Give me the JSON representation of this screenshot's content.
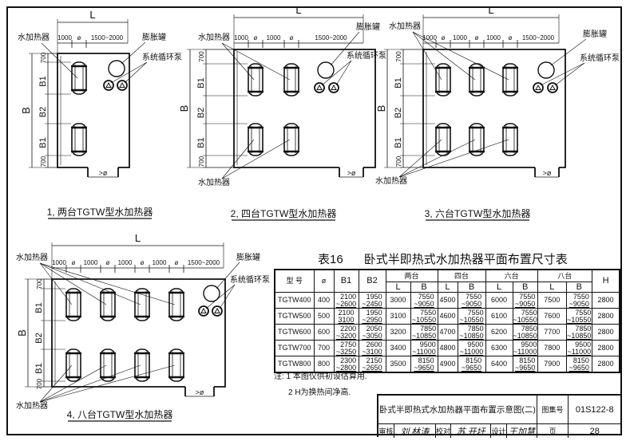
{
  "labels": {
    "heater": "水加热器",
    "tank": "膨胀罐",
    "pump": "系统循环泵",
    "L": "L",
    "B": "B",
    "B1": "B1",
    "B2": "B2",
    "d700": "700",
    "d1000": "1000",
    "phi": "ø",
    "range": "1500~2000",
    "door": ">ø"
  },
  "plans": [
    {
      "caption": "1, 两台TGTW型水加热器"
    },
    {
      "caption": "2, 四台TGTW型水加热器"
    },
    {
      "caption": "3, 六台TGTW型水加热器"
    },
    {
      "caption": "4, 八台TGTW型水加热器"
    }
  ],
  "table": {
    "title_no": "表16",
    "title": "卧式半即热式水加热器平面布置尺寸表",
    "headers": {
      "model": "型 号",
      "phi": "ø",
      "b1": "B1",
      "b2": "B2",
      "two": "两台",
      "four": "四台",
      "six": "六台",
      "eight": "八台",
      "h": "H",
      "l": "L",
      "b": "B"
    },
    "rows": [
      {
        "model": "TGTW400",
        "phi": "400",
        "b1a": "2100",
        "b1b": "~2600",
        "b2a": "1950",
        "b2b": "~2450",
        "l2": "3000",
        "ba2": "7550",
        "bb2": "~9050",
        "l4": "4500",
        "ba4": "7550",
        "bb4": "~9050",
        "l6": "6000",
        "ba6": "7550",
        "bb6": "~9050",
        "l8": "7500",
        "ba8": "7550",
        "bb8": "~9050",
        "h": "2800"
      },
      {
        "model": "TGTW500",
        "phi": "500",
        "b1a": "2100",
        "b1b": "3100",
        "b2a": "1950",
        "b2b": "~2950",
        "l2": "3100",
        "ba2": "7550",
        "bb2": "~10550",
        "l4": "4600",
        "ba4": "7550",
        "bb4": "~10550",
        "l6": "6100",
        "ba6": "7550",
        "bb6": "~10550",
        "l8": "7600",
        "ba8": "7550",
        "bb8": "~10550",
        "h": "2800"
      },
      {
        "model": "TGTW600",
        "phi": "600",
        "b1a": "2200",
        "b1b": "~3200",
        "b2a": "2050",
        "b2b": "~3050",
        "l2": "3200",
        "ba2": "7850",
        "bb2": "~10850",
        "l4": "4700",
        "ba4": "7850",
        "bb4": "~10850",
        "l6": "6200",
        "ba6": "7850",
        "bb6": "~10850",
        "l8": "7700",
        "ba8": "7850",
        "bb8": "~10850",
        "h": "2800"
      },
      {
        "model": "TGTW700",
        "phi": "700",
        "b1a": "2750",
        "b1b": "~3250",
        "b2a": "2600",
        "b2b": "~3100",
        "l2": "3400",
        "ba2": "9500",
        "bb2": "~11000",
        "l4": "4800",
        "ba4": "9500",
        "bb4": "~11000",
        "l6": "6300",
        "ba6": "9500",
        "bb6": "~11000",
        "l8": "7800",
        "ba8": "9500",
        "bb8": "~11000",
        "h": "2800"
      },
      {
        "model": "TGTW800",
        "phi": "800",
        "b1a": "2300",
        "b1b": "~2800",
        "b2a": "2150",
        "b2b": "~2650",
        "l2": "3500",
        "ba2": "8150",
        "bb2": "~9650",
        "l4": "4900",
        "ba4": "8150",
        "bb4": "~9650",
        "l6": "6400",
        "ba6": "8150",
        "bb6": "~9650",
        "l8": "7900",
        "ba8": "8150",
        "bb8": "~9650",
        "h": "2800"
      }
    ],
    "notes": [
      "注: 1  本图仅供初设估算用.",
      "2  H为换热间净高."
    ]
  },
  "titleblock": {
    "title": "卧式半即热式水加热器平面布置示意图(二)",
    "atlas_label": "图集号",
    "atlas_no": "01S122-8",
    "review_label": "审核",
    "review_sig": "刘 林涛",
    "check_label": "校对",
    "check_sig": "苏 开圩",
    "design_label": "设计",
    "design_sig": "王加慧",
    "page_label": "页",
    "page_no": "28"
  }
}
